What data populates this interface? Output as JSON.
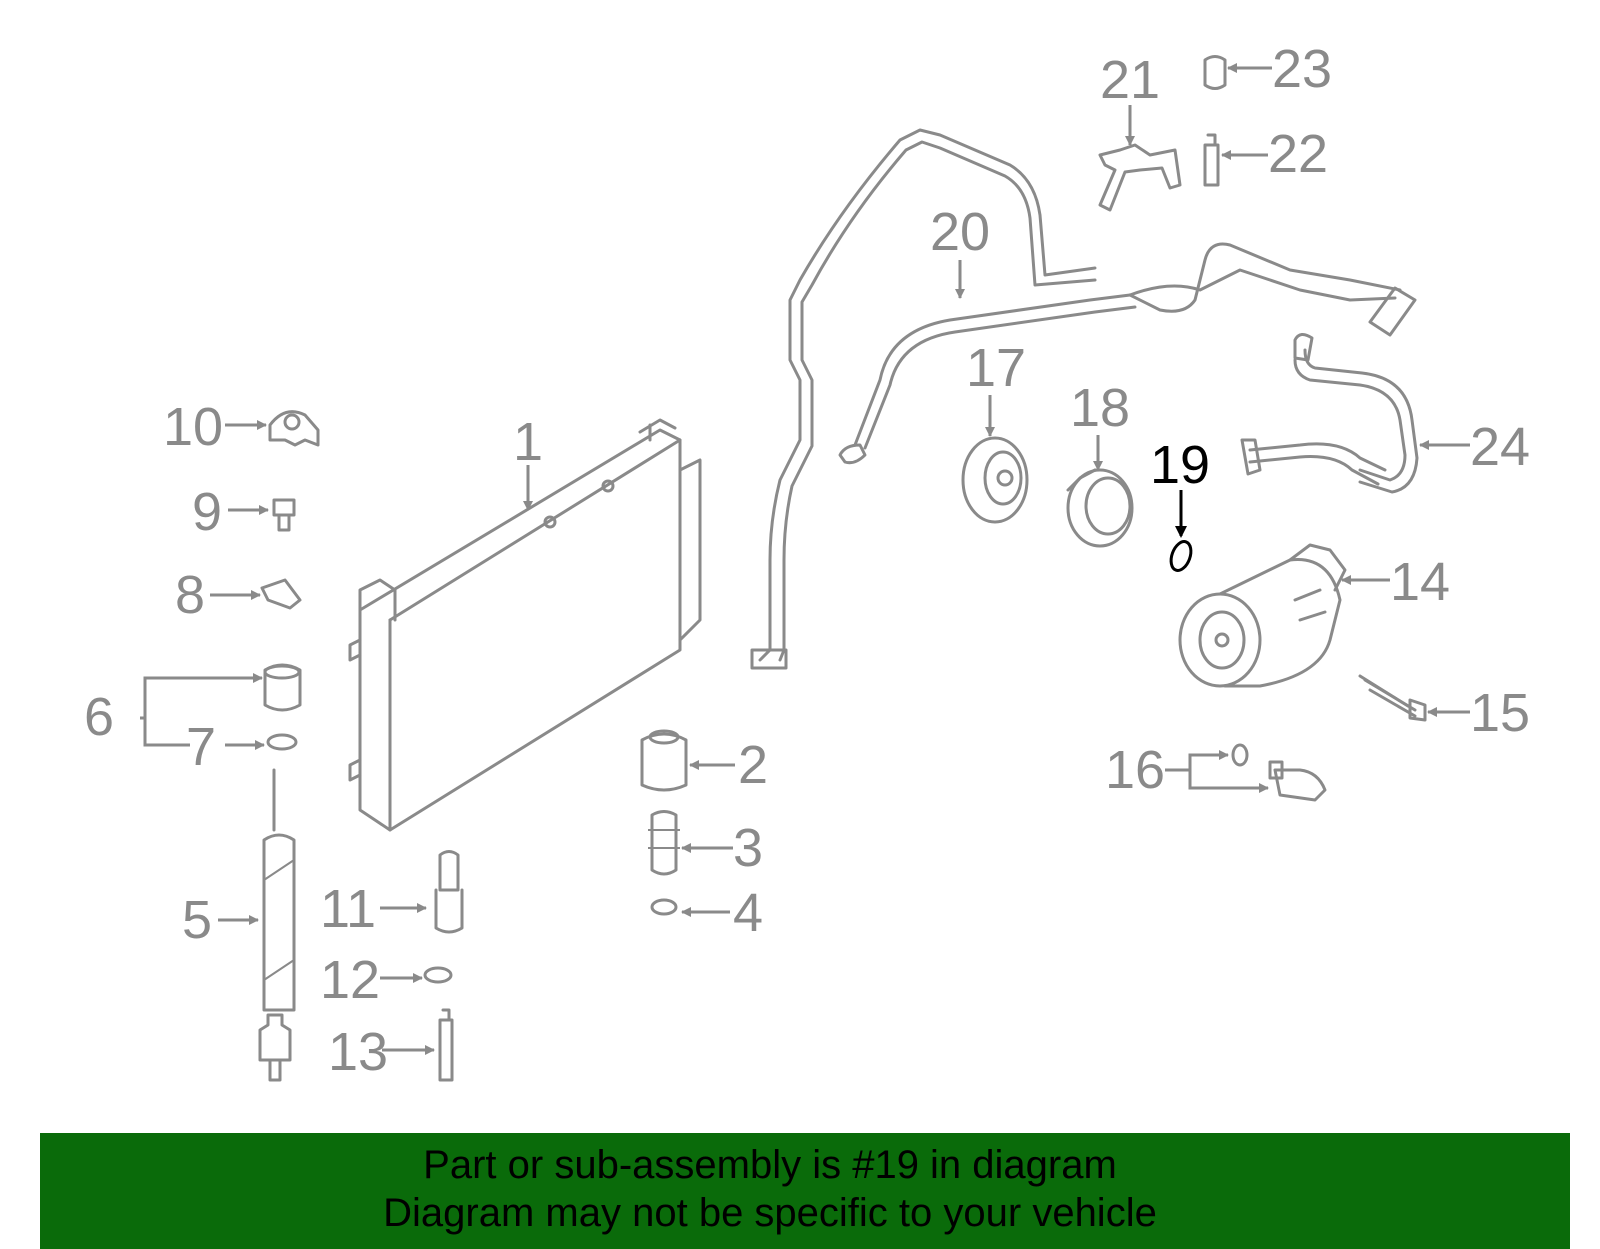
{
  "diagram": {
    "highlight_color": "#000000",
    "part_color": "#8a8a8a",
    "callouts": [
      {
        "id": "1",
        "label": "1"
      },
      {
        "id": "2",
        "label": "2"
      },
      {
        "id": "3",
        "label": "3"
      },
      {
        "id": "4",
        "label": "4"
      },
      {
        "id": "5",
        "label": "5"
      },
      {
        "id": "6",
        "label": "6"
      },
      {
        "id": "7",
        "label": "7"
      },
      {
        "id": "8",
        "label": "8"
      },
      {
        "id": "9",
        "label": "9"
      },
      {
        "id": "10",
        "label": "10"
      },
      {
        "id": "11",
        "label": "11"
      },
      {
        "id": "12",
        "label": "12"
      },
      {
        "id": "13",
        "label": "13"
      },
      {
        "id": "14",
        "label": "14"
      },
      {
        "id": "15",
        "label": "15"
      },
      {
        "id": "16",
        "label": "16"
      },
      {
        "id": "17",
        "label": "17"
      },
      {
        "id": "18",
        "label": "18"
      },
      {
        "id": "19",
        "label": "19"
      },
      {
        "id": "20",
        "label": "20"
      },
      {
        "id": "21",
        "label": "21"
      },
      {
        "id": "22",
        "label": "22"
      },
      {
        "id": "23",
        "label": "23"
      },
      {
        "id": "24",
        "label": "24"
      }
    ],
    "highlighted_callout": "19"
  },
  "footer": {
    "background": "#0a6b0a",
    "line1": "Part or sub-assembly is #19 in diagram",
    "line2": "Diagram may not be specific to your vehicle"
  }
}
